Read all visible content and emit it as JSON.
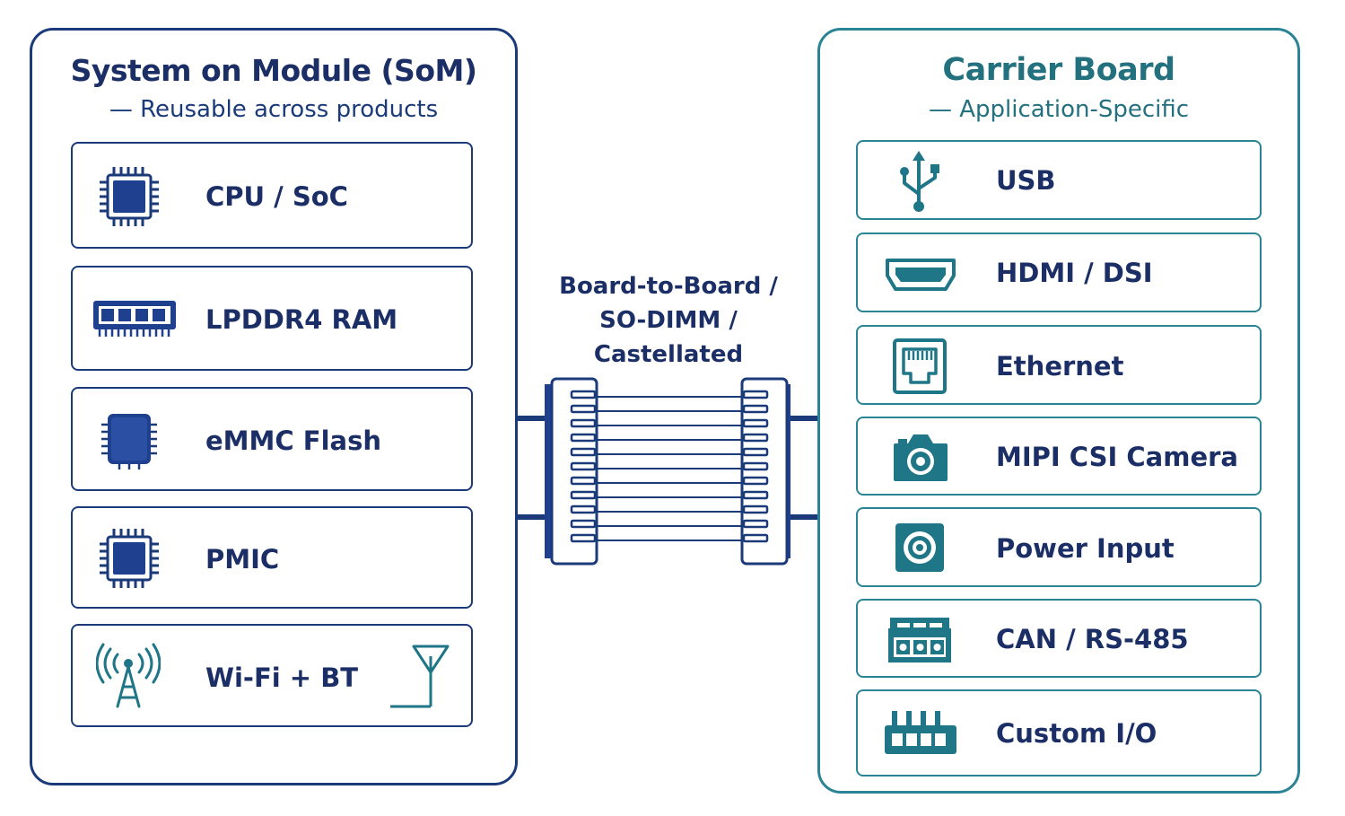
{
  "som": {
    "title": "System on Module (SoM)",
    "subtitle": "— Reusable across products",
    "components": [
      {
        "label": "CPU / SoC",
        "icon": "cpu-chip-icon"
      },
      {
        "label": "LPDDR4 RAM",
        "icon": "ram-module-icon"
      },
      {
        "label": "eMMC Flash",
        "icon": "flash-chip-icon"
      },
      {
        "label": "PMIC",
        "icon": "pmic-chip-icon"
      },
      {
        "label": "Wi-Fi + BT",
        "icon": "wireless-antenna-icon"
      }
    ]
  },
  "connector": {
    "lines": [
      "Board-to-Board /",
      "SO-DIMM /",
      "Castellated"
    ],
    "icon": "board-to-board-connector-icon"
  },
  "carrier": {
    "title": "Carrier Board",
    "subtitle": "— Application-Specific",
    "interfaces": [
      {
        "label": "USB",
        "icon": "usb-icon"
      },
      {
        "label": "HDMI / DSI",
        "icon": "hdmi-port-icon"
      },
      {
        "label": "Ethernet",
        "icon": "ethernet-port-icon"
      },
      {
        "label": "MIPI CSI Camera",
        "icon": "camera-icon"
      },
      {
        "label": "Power Input",
        "icon": "power-jack-icon"
      },
      {
        "label": "CAN / RS-485",
        "icon": "terminal-block-icon"
      },
      {
        "label": "Custom I/O",
        "icon": "io-header-icon"
      }
    ]
  },
  "colors": {
    "som_navy": "#1b3a7a",
    "som_chip_blue": "#1f3f8f",
    "carrier_teal": "#2a8494",
    "carrier_icon_teal": "#1f7687"
  }
}
